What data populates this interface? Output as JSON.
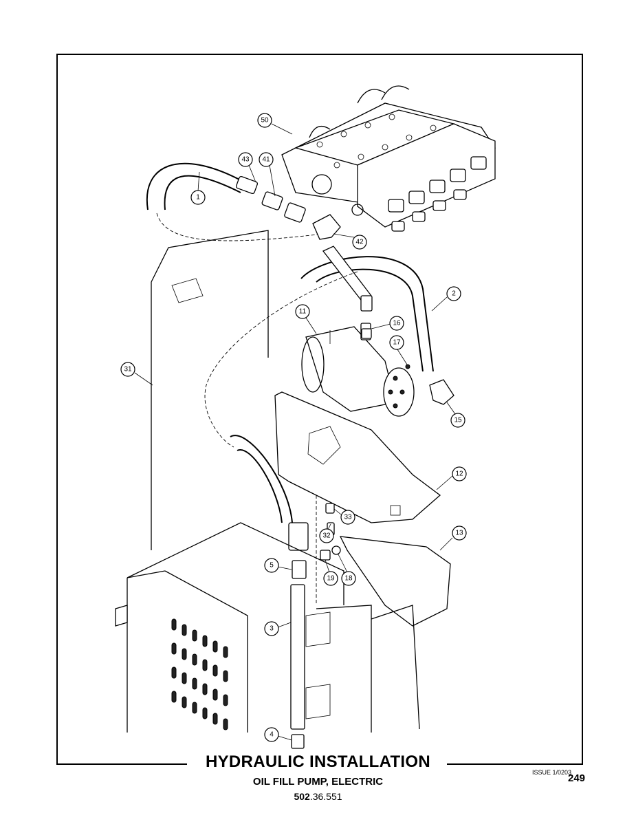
{
  "title": "HYDRAULIC INSTALLATION",
  "subtitle": "OIL FILL PUMP, ELECTRIC",
  "part_number": {
    "bold": "502",
    "rest": ".36.551"
  },
  "issue": "ISSUE 1/0203",
  "page_number": "249",
  "callouts": [
    {
      "label": "1"
    },
    {
      "label": "2"
    },
    {
      "label": "3"
    },
    {
      "label": "4"
    },
    {
      "label": "5"
    },
    {
      "label": "11"
    },
    {
      "label": "12"
    },
    {
      "label": "13"
    },
    {
      "label": "15"
    },
    {
      "label": "16"
    },
    {
      "label": "17"
    },
    {
      "label": "18"
    },
    {
      "label": "19"
    },
    {
      "label": "31"
    },
    {
      "label": "32"
    },
    {
      "label": "33"
    },
    {
      "label": "41"
    },
    {
      "label": "42"
    },
    {
      "label": "43"
    },
    {
      "label": "50"
    }
  ]
}
